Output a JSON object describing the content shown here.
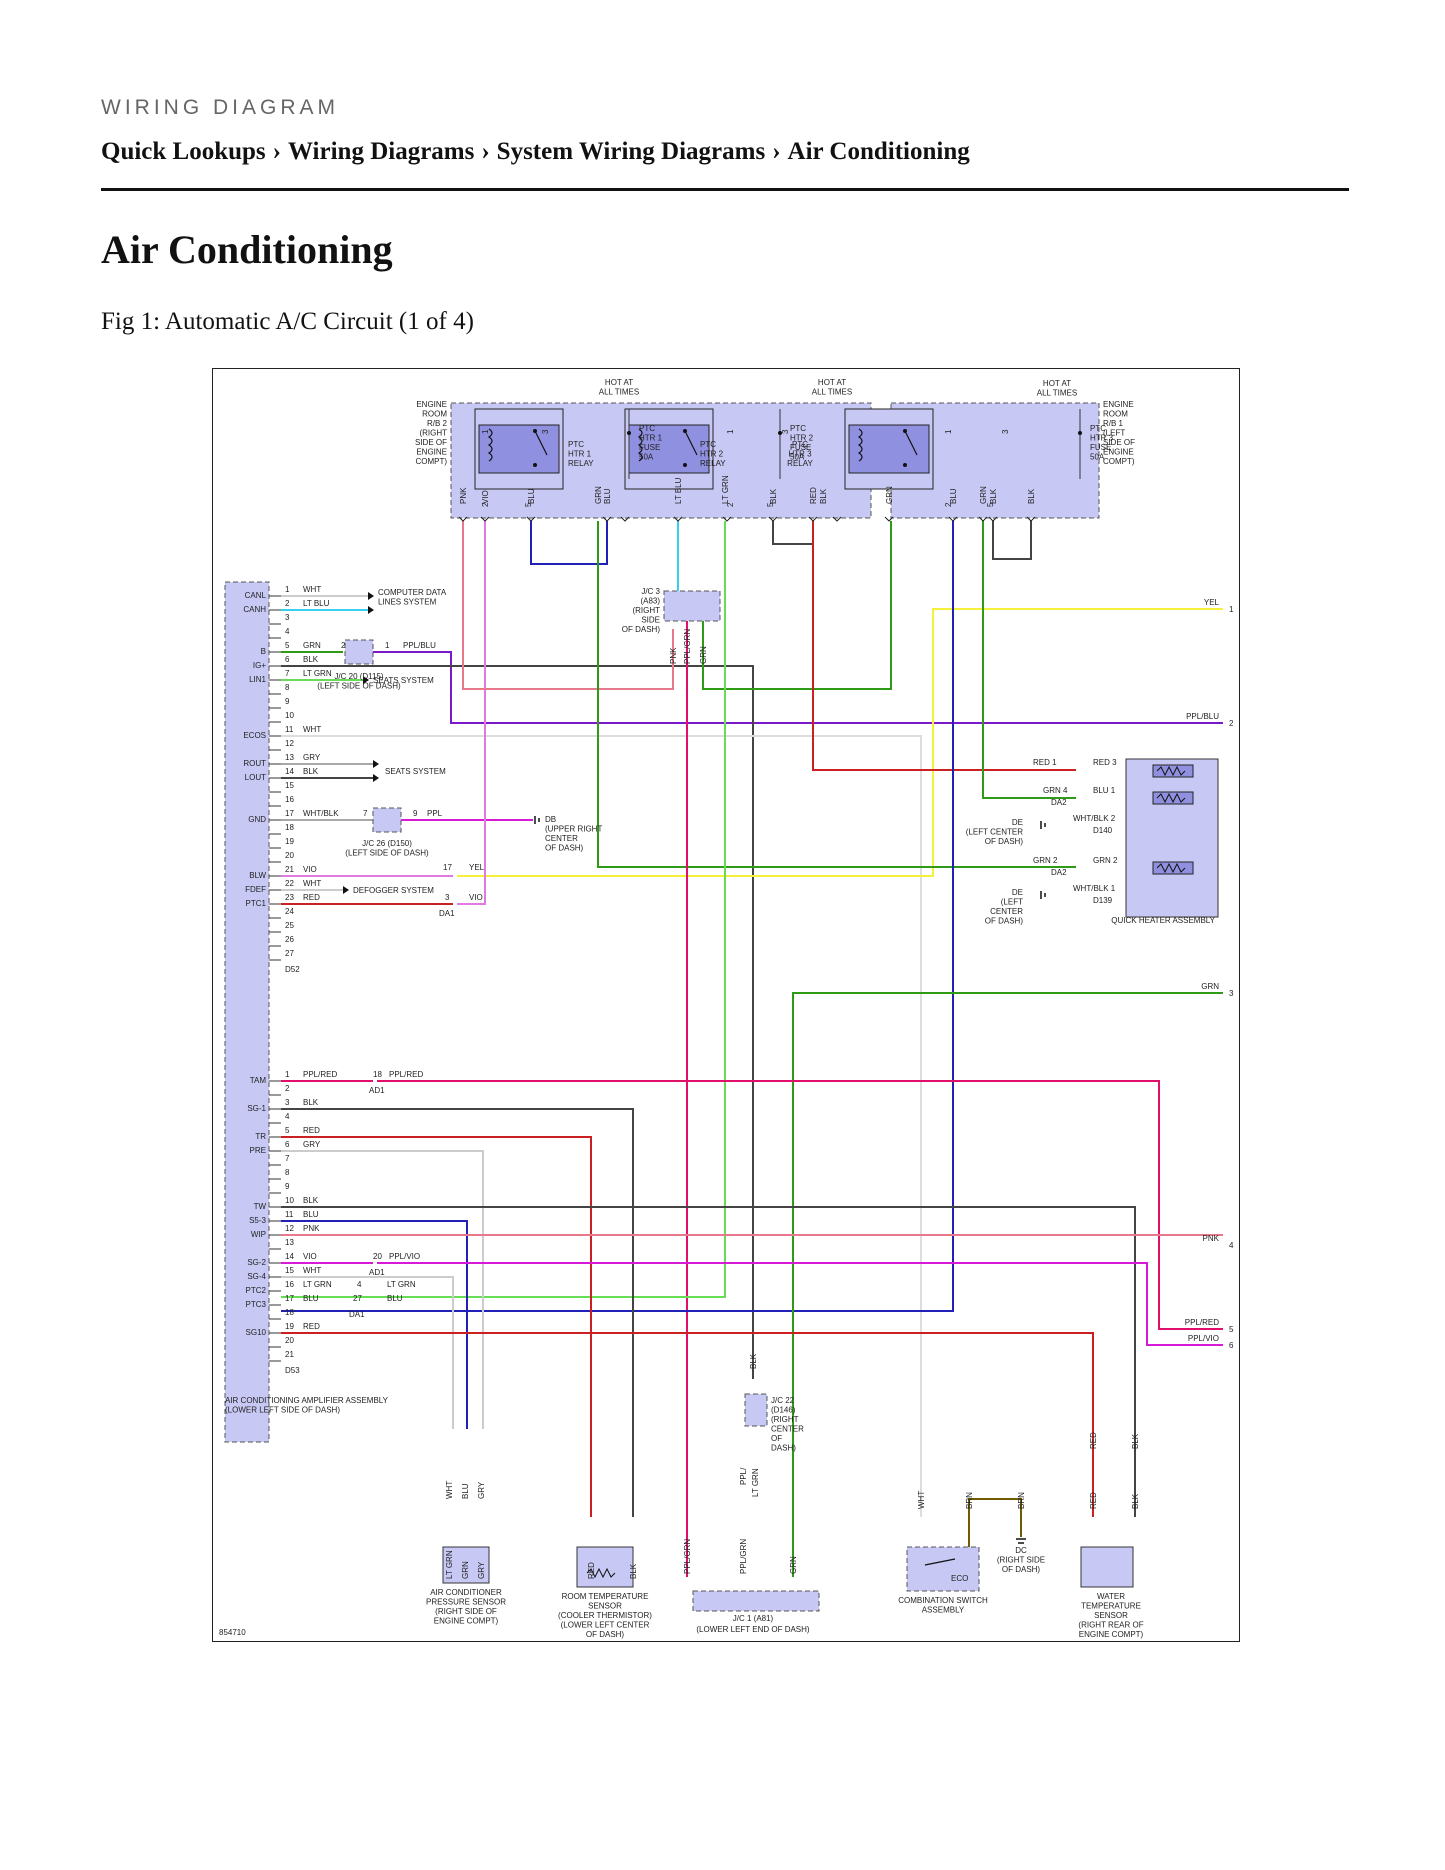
{
  "header": {
    "kicker": "WIRING DIAGRAM",
    "breadcrumb": [
      "Quick Lookups",
      "Wiring Diagrams",
      "System Wiring Diagrams",
      "Air Conditioning"
    ],
    "separator": "›"
  },
  "page_title": "Air Conditioning",
  "figure_caption": "Fig 1: Automatic A/C Circuit (1 of 4)",
  "diagram": {
    "figure_id": "854710",
    "relay_boxes": [
      {
        "label": "ENGINE ROOM R/B 2 (RIGHT SIDE OF ENGINE COMPT)",
        "hot": "HOT AT ALL TIMES"
      },
      {
        "label": "ENGINE ROOM R/B 1 (LEFT SIDE OF ENGINE COMPT)",
        "hot": "HOT AT ALL TIMES"
      }
    ],
    "relays": [
      "PTC HTR 1 RELAY",
      "PTC HTR 2 RELAY",
      "PTC HTR 3 RELAY"
    ],
    "fuses": [
      "PTC HTR 1 FUSE 50A",
      "PTC HTR 2 FUSE 50A",
      "PTC HTR 3 FUSE 50A"
    ],
    "amplifier": {
      "label": "AIR CONDITIONING AMPLIFIER ASSEMBLY (LOWER LEFT SIDE OF DASH)",
      "connector_top": "D52",
      "connector_bottom": "D53",
      "pins_top": [
        {
          "n": "1",
          "sig": "CANL",
          "wire": "WHT"
        },
        {
          "n": "2",
          "sig": "CANH",
          "wire": "LT BLU"
        },
        {
          "n": "3",
          "sig": "",
          "wire": ""
        },
        {
          "n": "4",
          "sig": "",
          "wire": ""
        },
        {
          "n": "5",
          "sig": "B",
          "wire": "GRN"
        },
        {
          "n": "6",
          "sig": "IG+",
          "wire": "BLK"
        },
        {
          "n": "7",
          "sig": "LIN1",
          "wire": "LT GRN"
        },
        {
          "n": "8",
          "sig": "",
          "wire": ""
        },
        {
          "n": "9",
          "sig": "",
          "wire": ""
        },
        {
          "n": "10",
          "sig": "",
          "wire": ""
        },
        {
          "n": "11",
          "sig": "ECOS",
          "wire": "WHT"
        },
        {
          "n": "12",
          "sig": "",
          "wire": ""
        },
        {
          "n": "13",
          "sig": "ROUT",
          "wire": "GRY"
        },
        {
          "n": "14",
          "sig": "LOUT",
          "wire": "BLK"
        },
        {
          "n": "15",
          "sig": "",
          "wire": ""
        },
        {
          "n": "16",
          "sig": "",
          "wire": ""
        },
        {
          "n": "17",
          "sig": "GND",
          "wire": "WHT/BLK"
        },
        {
          "n": "18",
          "sig": "",
          "wire": ""
        },
        {
          "n": "19",
          "sig": "",
          "wire": ""
        },
        {
          "n": "20",
          "sig": "",
          "wire": ""
        },
        {
          "n": "21",
          "sig": "BLW",
          "wire": "VIO"
        },
        {
          "n": "22",
          "sig": "FDEF",
          "wire": "WHT"
        },
        {
          "n": "23",
          "sig": "PTC1",
          "wire": "RED"
        },
        {
          "n": "24",
          "sig": "",
          "wire": ""
        },
        {
          "n": "25",
          "sig": "",
          "wire": ""
        },
        {
          "n": "26",
          "sig": "",
          "wire": ""
        },
        {
          "n": "27",
          "sig": "",
          "wire": ""
        }
      ],
      "pins_bottom": [
        {
          "n": "1",
          "sig": "TAM",
          "wire": "PPL/RED"
        },
        {
          "n": "2",
          "sig": "",
          "wire": ""
        },
        {
          "n": "3",
          "sig": "SG-1",
          "wire": "BLK"
        },
        {
          "n": "4",
          "sig": "",
          "wire": ""
        },
        {
          "n": "5",
          "sig": "TR",
          "wire": "RED"
        },
        {
          "n": "6",
          "sig": "PRE",
          "wire": "GRY"
        },
        {
          "n": "7",
          "sig": "",
          "wire": ""
        },
        {
          "n": "8",
          "sig": "",
          "wire": ""
        },
        {
          "n": "9",
          "sig": "",
          "wire": ""
        },
        {
          "n": "10",
          "sig": "TW",
          "wire": "BLK"
        },
        {
          "n": "11",
          "sig": "S5-3",
          "wire": "BLU"
        },
        {
          "n": "12",
          "sig": "WIP",
          "wire": "PNK"
        },
        {
          "n": "13",
          "sig": "",
          "wire": ""
        },
        {
          "n": "14",
          "sig": "SG-2",
          "wire": "VIO"
        },
        {
          "n": "15",
          "sig": "SG-4",
          "wire": "WHT"
        },
        {
          "n": "16",
          "sig": "PTC2",
          "wire": "LT GRN"
        },
        {
          "n": "17",
          "sig": "PTC3",
          "wire": "BLU"
        },
        {
          "n": "18",
          "sig": "",
          "wire": ""
        },
        {
          "n": "19",
          "sig": "SG10",
          "wire": "RED"
        },
        {
          "n": "20",
          "sig": "",
          "wire": ""
        },
        {
          "n": "21",
          "sig": "",
          "wire": ""
        }
      ]
    },
    "junctions": {
      "jc20": "J/C 20 (D115) (LEFT SIDE OF DASH)",
      "jc26": "J/C 26 (D150) (LEFT SIDE OF DASH)",
      "jc3": "J/C 3 (A83) (RIGHT SIDE OF DASH)",
      "jc22": "J/C 22 (D146) (RIGHT CENTER OF DASH)",
      "jc1": "J/C 1 (A81) (LOWER LEFT END OF DASH)"
    },
    "systems": {
      "can": "COMPUTER DATA LINES SYSTEM",
      "seats1": "SEATS SYSTEM",
      "seats2": "SEATS SYSTEM",
      "defogger": "DEFOGGER SYSTEM"
    },
    "grounds": {
      "db": "DB (UPPER RIGHT CENTER OF DASH)",
      "de1": "DE (LEFT CENTER OF DASH)",
      "de2": "DE (LEFT CENTER OF DASH)",
      "dc": "DC (RIGHT SIDE OF DASH)"
    },
    "components": {
      "heater": "QUICK HEATER ASSEMBLY",
      "pressure": "AIR CONDITIONER PRESSURE SENSOR (RIGHT SIDE OF ENGINE COMPT)",
      "room": "ROOM TEMPERATURE SENSOR (COOLER THERMISTOR) (LOWER LEFT CENTER OF DASH)",
      "combo": "COMBINATION SWITCH ASSEMBLY",
      "water": "WATER TEMPERATURE SENSOR (RIGHT REAR OF ENGINE COMPT)"
    },
    "offpage": [
      {
        "n": "1",
        "wire": "YEL"
      },
      {
        "n": "2",
        "wire": "PPL/BLU"
      },
      {
        "n": "3",
        "wire": "GRN"
      },
      {
        "n": "4",
        "wire": "PNK"
      },
      {
        "n": "5",
        "wire": "PPL/RED"
      },
      {
        "n": "6",
        "wire": "PPL/VIO"
      }
    ],
    "colors": {
      "panel": "#c8c8f4",
      "panel_dark": "#9090e0",
      "yel": "#f5f03a",
      "pplblu": "#7a19c8",
      "grn": "#2e9a16",
      "ltgrn": "#66dd55",
      "pnk": "#e8788c",
      "pplred": "#e0106a",
      "pplvio": "#d61ad6",
      "red": "#cc1f1f",
      "blu": "#2121b8",
      "ltblu": "#35d0ea",
      "blk": "#444444",
      "gry": "#a8a8a8",
      "vio": "#e07ae0",
      "brn": "#6f5a00"
    }
  }
}
